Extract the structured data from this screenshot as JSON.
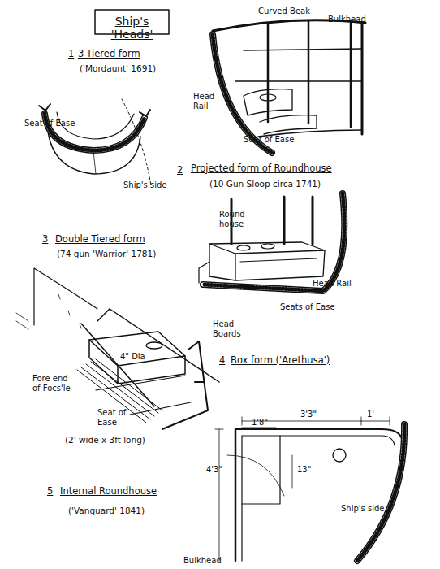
{
  "diagram": {
    "title": "Ship's 'Heads'",
    "labels": [
      "1",
      "3-Tiered form",
      "('Mordaunt' 1691)",
      "Curved Beak",
      "Bulkhead",
      "Head Rail",
      "Seat of Ease",
      "Seat of Ease",
      "Ship's side",
      "2",
      "Projected form of Roundhouse",
      "(10 Gun Sloop circa 1741)",
      "Round-house",
      "Head Rail",
      "Seats of Ease",
      "3",
      "Double Tiered form",
      "(74 gun 'Warrior' 1781)",
      "4\" Dia",
      "Head Boards",
      "4",
      "Box form ('Arethusa')",
      "Fore end of Focs'le",
      "Seat of Ease",
      "(2' wide x 3ft long)",
      "3'3\"",
      "1'",
      "1'8\"",
      "13\"",
      "4'3\"",
      "Ship's side",
      "Bulkhead",
      "5",
      "Internal Roundhouse",
      "('Vanguard' 1841)"
    ]
  }
}
